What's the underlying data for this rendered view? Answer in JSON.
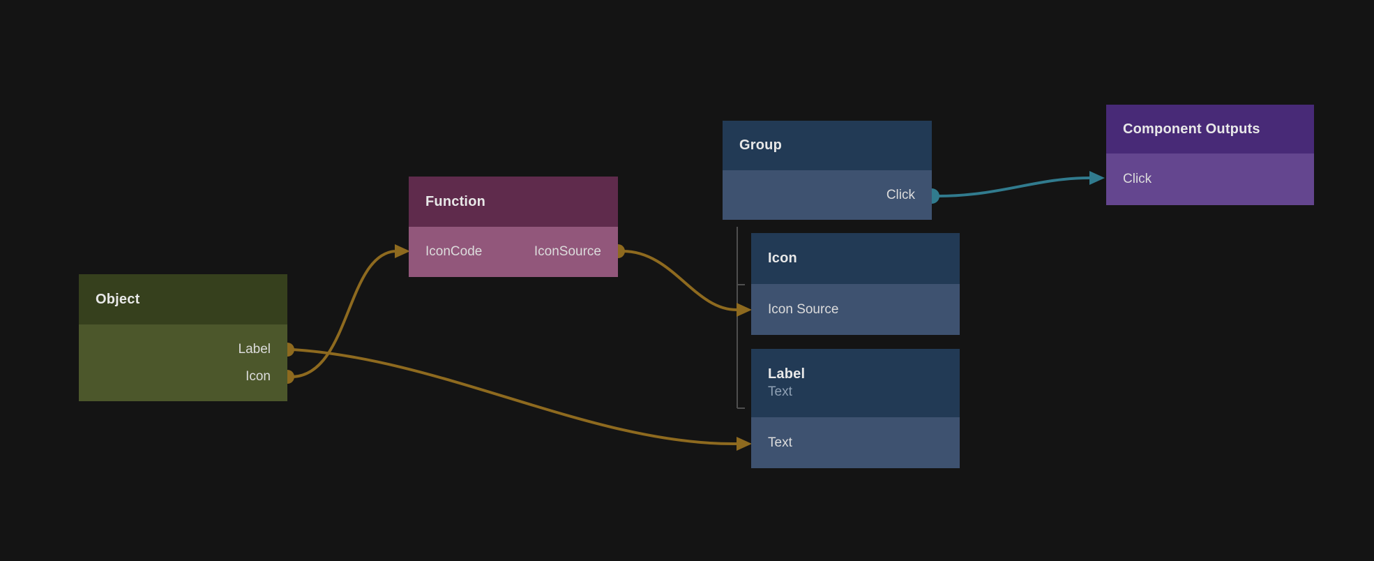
{
  "canvas": {
    "background": "#141414",
    "type": "node-graph-editor"
  },
  "colors": {
    "edge_amber": "#8e6a1f",
    "edge_teal": "#317b8e",
    "tree_line": "#4f4f4f",
    "object_header": "#36401d",
    "object_body": "#4c572b",
    "function_header": "#5f2b4c",
    "function_body": "#92577b",
    "blue_header": "#223a55",
    "blue_body": "#3e5270",
    "purple_header": "#482a77",
    "purple_body": "#64468f",
    "title_text": "#e8e8e8",
    "port_text": "#dcdcdc",
    "subtitle_text": "#8fa0b4"
  },
  "nodes": {
    "object": {
      "title": "Object",
      "outputs": [
        {
          "label": "Label"
        },
        {
          "label": "Icon"
        }
      ]
    },
    "function": {
      "title": "Function",
      "input": "IconCode",
      "output": "IconSource"
    },
    "group": {
      "title": "Group",
      "output": "Click"
    },
    "icon": {
      "title": "Icon",
      "input": "Icon Source"
    },
    "label": {
      "title": "Label",
      "subtitle": "Text",
      "input": "Text"
    },
    "component_outputs": {
      "title": "Component Outputs",
      "input": "Click"
    }
  },
  "edges": [
    {
      "from": "Object.Icon",
      "to": "Function.IconCode",
      "color": "#8e6a1f"
    },
    {
      "from": "Object.Label",
      "to": "Label.Text",
      "color": "#8e6a1f"
    },
    {
      "from": "Function.IconSource",
      "to": "Icon.Icon Source",
      "color": "#8e6a1f"
    },
    {
      "from": "Group.Click",
      "to": "Component Outputs.Click",
      "color": "#317b8e"
    }
  ],
  "hierarchy": {
    "parent": "Group",
    "children": [
      "Icon",
      "Label"
    ]
  }
}
